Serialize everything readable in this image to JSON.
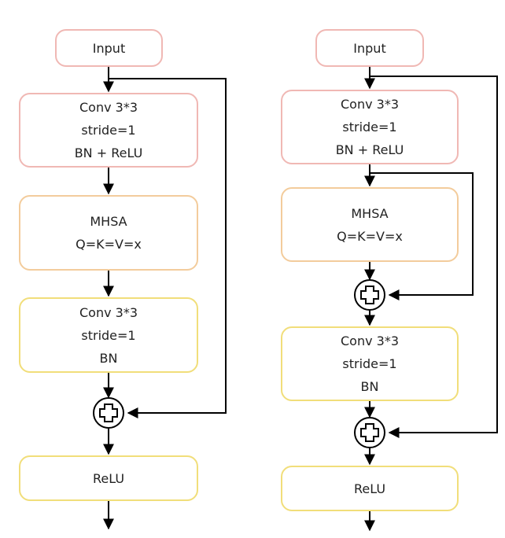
{
  "colors": {
    "pink": "#f0b8b4",
    "orange": "#f3cc9c",
    "yellow": "#f1de7a",
    "line": "#000000"
  },
  "left_diagram": {
    "input": "Input",
    "conv1": [
      "Conv 3*3",
      "stride=1",
      "BN + ReLU"
    ],
    "mhsa": [
      "MHSA",
      "Q=K=V=x"
    ],
    "conv2": [
      "Conv 3*3",
      "stride=1",
      "BN"
    ],
    "add_icon": "plus-circle-icon",
    "relu": "ReLU"
  },
  "right_diagram": {
    "input": "Input",
    "conv1": [
      "Conv 3*3",
      "stride=1",
      "BN + ReLU"
    ],
    "mhsa": [
      "MHSA",
      "Q=K=V=x"
    ],
    "add1_icon": "plus-circle-icon",
    "conv2": [
      "Conv 3*3",
      "stride=1",
      "BN"
    ],
    "add2_icon": "plus-circle-icon",
    "relu": "ReLU"
  }
}
